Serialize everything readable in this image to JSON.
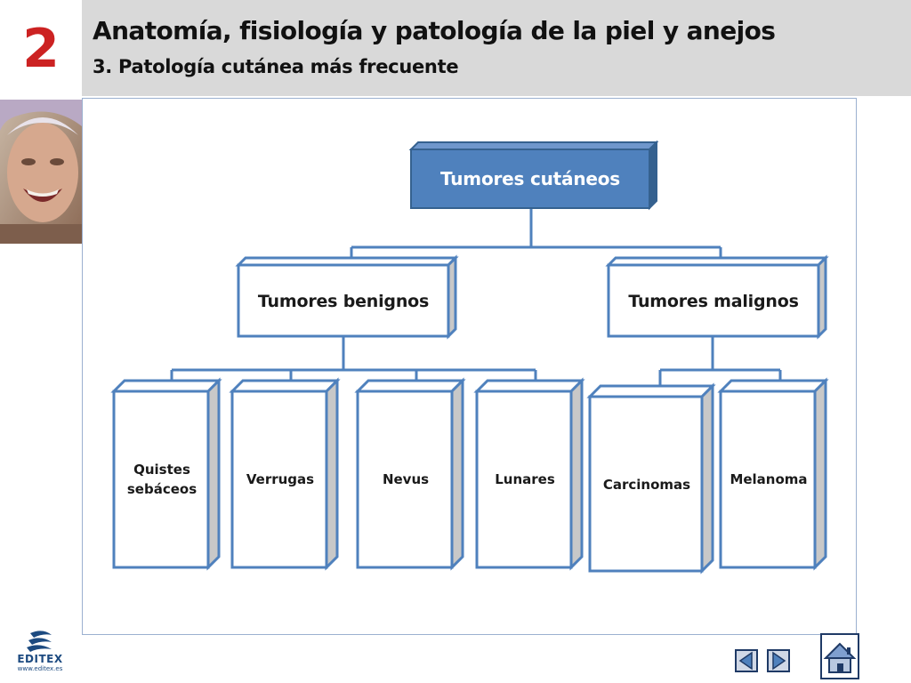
{
  "header": {
    "chapter_number": "2",
    "title": "Anatomía, fisiología y patología de la piel y anejos",
    "subtitle": "3. Patología cutánea más frecuente"
  },
  "diagram": {
    "root": "Tumores cutáneos",
    "benign": {
      "label": "Tumores benignos",
      "children": [
        "Quistes sebáceos",
        "Verrugas",
        "Nevus",
        "Lunares"
      ]
    },
    "malignant": {
      "label": "Tumores malignos",
      "children": [
        "Carcinomas",
        "Melanoma"
      ]
    }
  },
  "footer": {
    "logo_name": "EDITEX",
    "logo_url": "www.editex.es"
  },
  "nav": {
    "icons": [
      "prev-arrow-icon",
      "next-arrow-icon",
      "home-icon"
    ]
  },
  "colors": {
    "chapter_red": "#cc2222",
    "root_fill": "#4f81bd",
    "box_border": "#4f81bd",
    "header_bg": "#d9d9d9"
  }
}
